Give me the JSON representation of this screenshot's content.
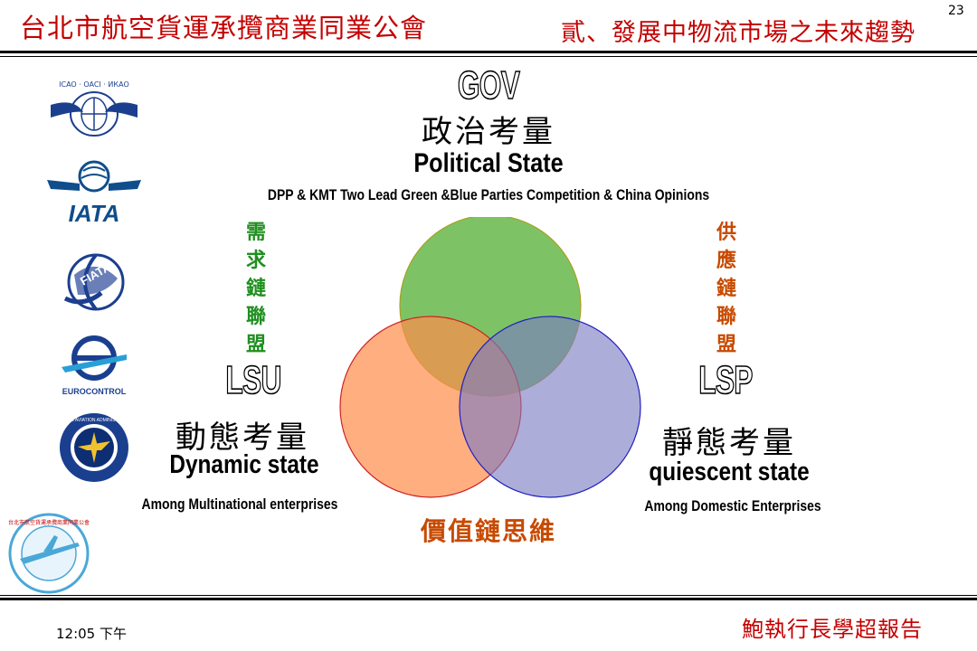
{
  "header": {
    "org_title": "台北市航空貨運承攬商業同業公會",
    "section_title": "貳、發展中物流市場之未來趨勢",
    "page_number": "23"
  },
  "logos": [
    {
      "name": "icao-logo",
      "text": "ICAO · OACI · ИКАО"
    },
    {
      "name": "iata-logo",
      "text": "IATA"
    },
    {
      "name": "fiata-logo",
      "text": "FIATA"
    },
    {
      "name": "eurocontrol-logo",
      "text": "EUROCONTROL"
    },
    {
      "name": "faa-logo",
      "text": "FEDERAL AVIATION ADMINISTRATION"
    },
    {
      "name": "association-seal",
      "text": "台北市航空貨運承攬商業同業公會"
    }
  ],
  "gov": {
    "heading": "GOV",
    "chinese": "政治考量",
    "english": "Political State",
    "description": "DPP & KMT Two Lead Green &Blue Parties Competition & China Opinions"
  },
  "lsu": {
    "heading": "LSU",
    "chinese": "動態考量",
    "english": "Dynamic state",
    "description": "Among Multinational enterprises"
  },
  "lsp": {
    "heading": "LSP",
    "chinese": "靜態考量",
    "english": "quiescent state",
    "description": "Among Domestic Enterprises"
  },
  "demand_chain": "需求鏈聯盟",
  "supply_chain": "供應鏈聯盟",
  "value_chain": "價值鏈思維",
  "colors": {
    "header_red": "#c40000",
    "green_circle": "#66b84a",
    "orange_circle": "#ff8c4a",
    "blue_circle": "#8080c8",
    "green_text": "#1f8f1f",
    "orange_text": "#c84a00"
  },
  "footer": {
    "time": "12:05 下午",
    "presenter": "鮑執行長學超報告"
  }
}
